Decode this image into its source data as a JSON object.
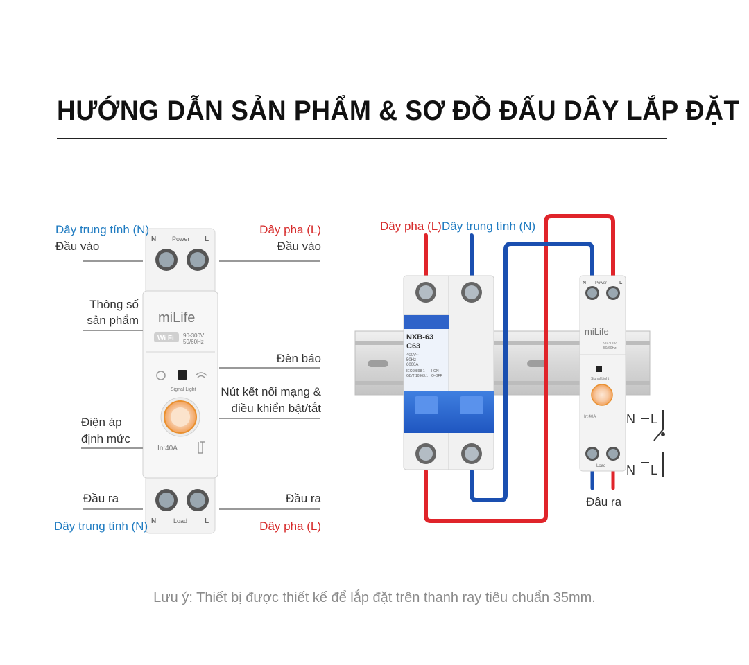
{
  "title": "HƯỚNG DẪN SẢN PHẨM & SƠ ĐỒ ĐẤU DÂY LẮP ĐẶT",
  "left_labels": {
    "neutral_in": "Dây trung tính (N)",
    "input_left": "Đầu vào",
    "phase_in": "Dây pha (L)",
    "input_right": "Đầu vào",
    "spec_line1": "Thông số",
    "spec_line2": "sản phẩm",
    "indicator": "Đèn báo",
    "button_line1": "Nút kết nối mạng &",
    "button_line2": "điều khiển bật/tắt",
    "voltage_line1": "Điện áp",
    "voltage_line2": "định mức",
    "output_left": "Đầu ra",
    "output_right": "Đầu ra",
    "neutral_out": "Dây trung tính (N)",
    "phase_out": "Dây pha (L)"
  },
  "device": {
    "brand": "miLife",
    "wifi": "Wi Fi",
    "spec_voltage": "90-300V",
    "spec_freq": "50/60Hz",
    "power_label": "Power",
    "load_label": "Load",
    "n": "N",
    "l": "L",
    "signal": "Signal Light",
    "rating": "In:40A"
  },
  "breaker": {
    "model": "NXB-63",
    "curve": "C63",
    "small1": "400V~",
    "small2": "50Hz",
    "small3": "6000A",
    "std1": "IEC60898-1",
    "std2": "GB/T 10963.1",
    "on": "I-ON",
    "off": "O-OFF"
  },
  "right_labels": {
    "phase": "Dây pha (L)",
    "neutral": "Dây trung tính (N)",
    "output": "Đầu ra",
    "sym_n_top": "N",
    "sym_l_top": "L",
    "sym_n_bot": "N",
    "sym_l_bot": "L"
  },
  "note": "Lưu ý: Thiết bị được thiết kế để lắp đặt trên thanh ray tiêu chuẩn 35mm.",
  "colors": {
    "neutral": "#1f7bc1",
    "phase": "#d62a2a",
    "wire_blue": "#1a4fb0",
    "wire_red": "#e0242a",
    "button": "#f4a261"
  }
}
